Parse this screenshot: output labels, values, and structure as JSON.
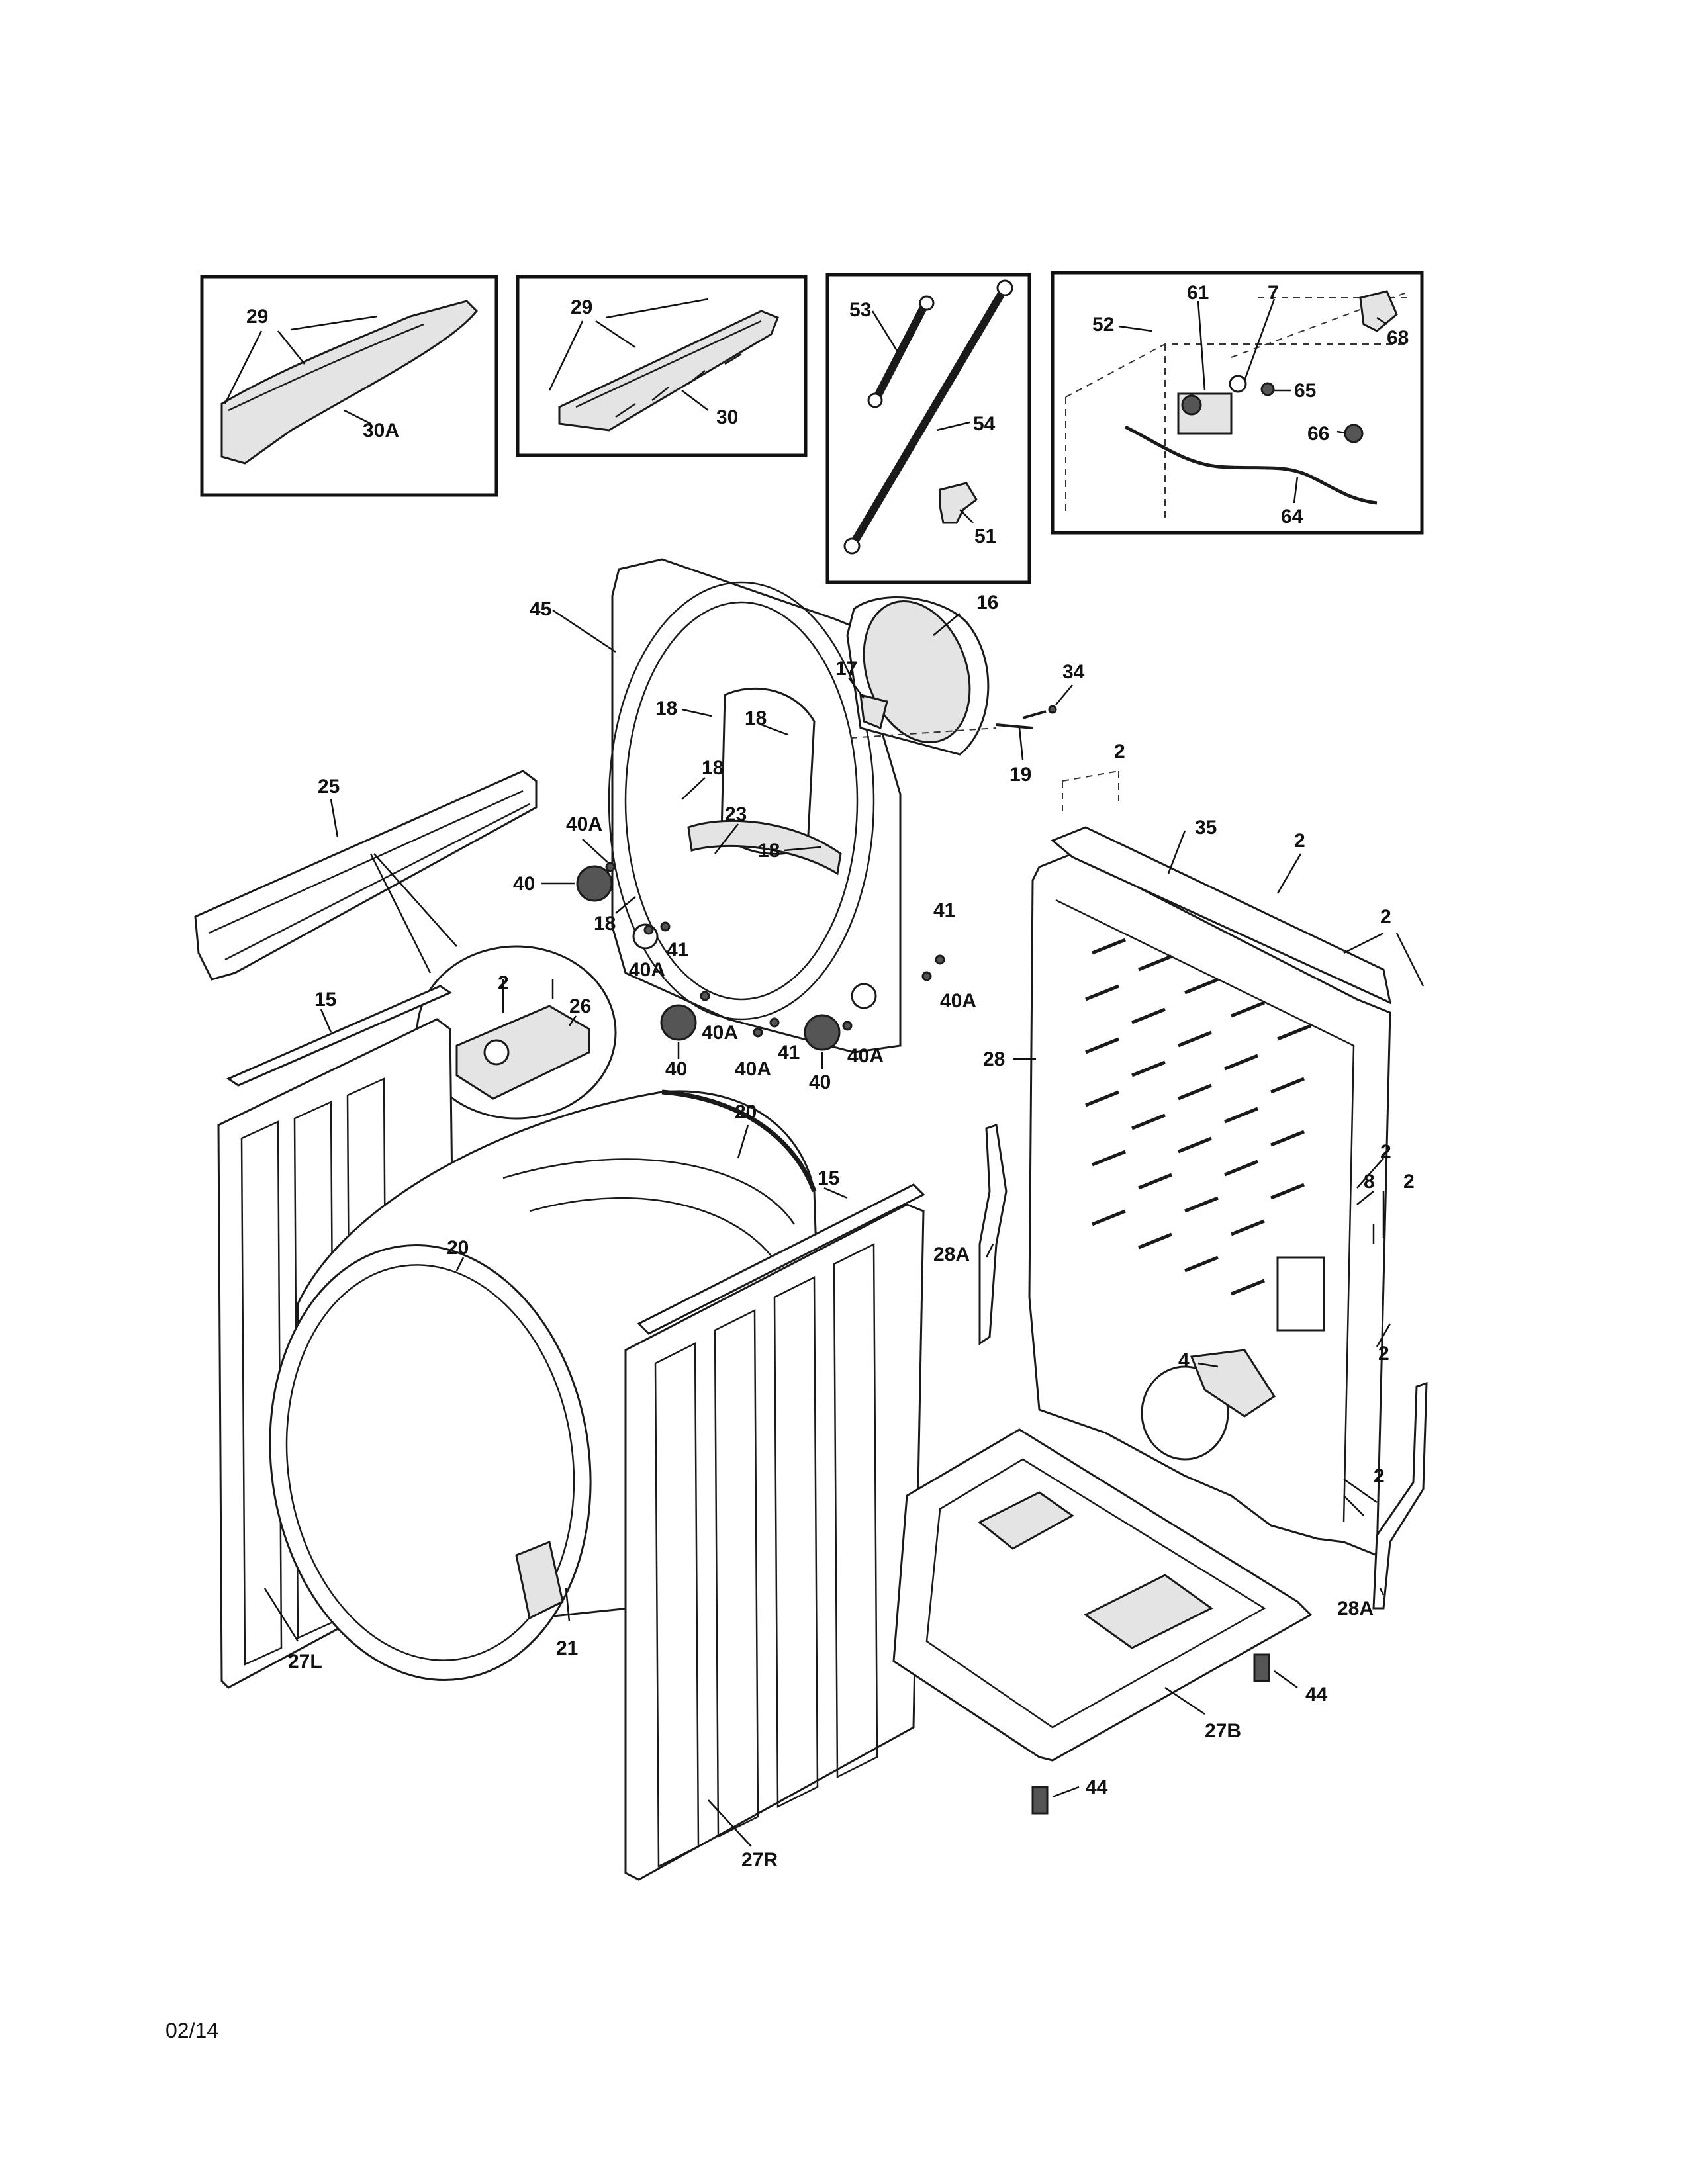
{
  "date_code": "02/14",
  "callouts": {
    "p29a": "29",
    "p30a": "30A",
    "p29b": "29",
    "p30": "30",
    "p53": "53",
    "p54": "54",
    "p51": "51",
    "p52": "52",
    "p61": "61",
    "p7": "7",
    "p65": "65",
    "p68": "68",
    "p66": "66",
    "p64": "64",
    "p45": "45",
    "p16": "16",
    "p17": "17",
    "p34": "34",
    "p19": "19",
    "p18a": "18",
    "p18b": "18",
    "p18c": "18",
    "p18d": "18",
    "p18e": "18",
    "p23": "23",
    "p25": "25",
    "p40Aa": "40A",
    "p40a": "40",
    "p40Ab": "40A",
    "p41a": "41",
    "p40b": "40",
    "p40Ac": "40A",
    "p40Ad": "40A",
    "p41b": "41",
    "p40Ae": "40A",
    "p40c": "40",
    "p41c": "41",
    "p40Af": "40A",
    "p2a": "2",
    "p35": "35",
    "p2b": "2",
    "p2c": "2",
    "p2d": "2",
    "p2e": "2",
    "p2f": "2",
    "p2g": "2",
    "p2h": "2",
    "p28": "28",
    "p28Aa": "28A",
    "p28Ab": "28A",
    "p8": "8",
    "p4": "4",
    "p15a": "15",
    "p15b": "15",
    "p20a": "20",
    "p20b": "20",
    "p26": "26",
    "p27L": "27L",
    "p21": "21",
    "p27R": "27R",
    "p27B": "27B",
    "p44a": "44",
    "p44b": "44"
  }
}
